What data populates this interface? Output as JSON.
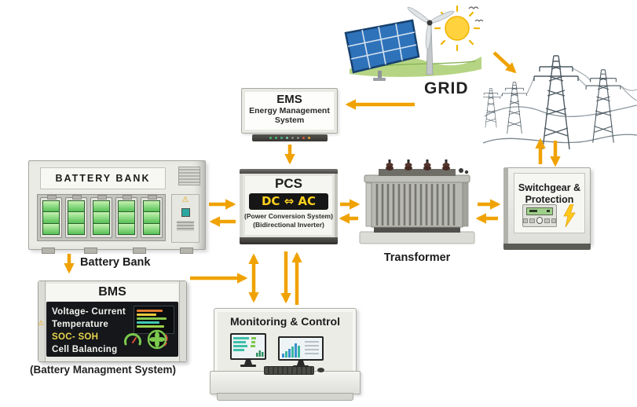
{
  "colors": {
    "arrow": "#F0A202",
    "dc_ac_text": "#FFD21E",
    "battery_green": "#6CC95C",
    "soc_soh_yellow": "#E8D44D",
    "lightning_bolt": "#FFC91E",
    "warning": "#E8A000"
  },
  "grid": {
    "label": "GRID"
  },
  "ems": {
    "title": "EMS",
    "line1": "Energy Management",
    "line2": "System"
  },
  "pcs": {
    "title": "PCS",
    "conversion_label": "DC ⇔ AC",
    "caption1": "(Power Conversion System)",
    "caption2": "(Bidirectional Inverter)"
  },
  "battery_bank": {
    "header": "BATTERY BANK",
    "label": "Battery Bank",
    "warning_icon": "⚠"
  },
  "bms": {
    "title": "BMS",
    "screen_lines": [
      "Voltage- Current",
      "Temperature",
      "SOC- SOH",
      "Cell Balancing"
    ],
    "caption": "(Battery Managment System)",
    "warning_icon": "⚠"
  },
  "transformer": {
    "label": "Transformer"
  },
  "switchgear": {
    "line1": "Switchgear &",
    "line2": "Protection"
  },
  "monitoring": {
    "title": "Monitoring & Control"
  }
}
